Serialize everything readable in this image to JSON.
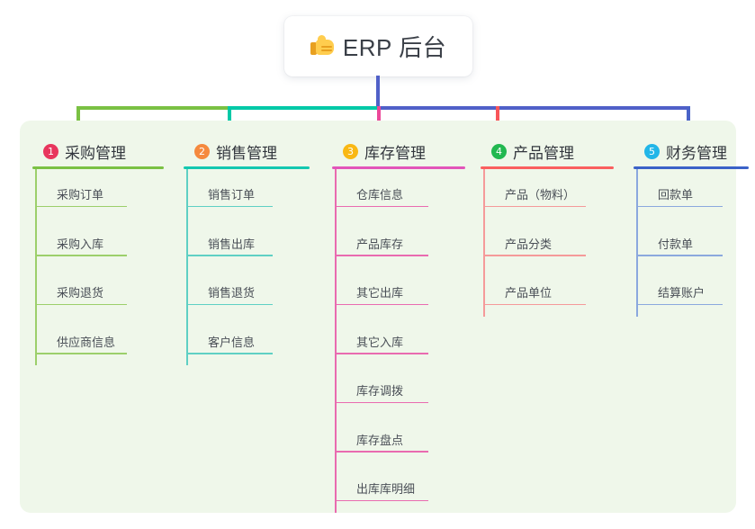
{
  "diagram": {
    "type": "mind-map",
    "root": {
      "icon": "thumbs-up-emoji",
      "label": "ERP 后台"
    },
    "panel_background": "#eff7ea",
    "branches": [
      {
        "index": "1",
        "title": "采购管理",
        "badge_color": "#e8365d",
        "rule_color": "#7ac143",
        "leaf_color": "#9ccf6b",
        "connector_color": "#7ac143",
        "leaves": [
          "采购订单",
          "采购入库",
          "采购退货",
          "供应商信息"
        ]
      },
      {
        "index": "2",
        "title": "销售管理",
        "badge_color": "#f5893e",
        "rule_color": "#13c8b0",
        "leaf_color": "#5fd0c4",
        "connector_color": "#00c9a7",
        "leaves": [
          "销售订单",
          "销售出库",
          "销售退货",
          "客户信息"
        ]
      },
      {
        "index": "3",
        "title": "库存管理",
        "badge_color": "#f9b814",
        "rule_color": "#e255ba",
        "leaf_color": "#e96bb0",
        "connector_color": "#ec4899",
        "leaves": [
          "仓库信息",
          "产品库存",
          "其它出库",
          "其它入库",
          "库存调拨",
          "库存盘点",
          "出库库明细"
        ]
      },
      {
        "index": "4",
        "title": "产品管理",
        "badge_color": "#22b850",
        "rule_color": "#fa5f5f",
        "leaf_color": "#f59a9a",
        "connector_color": "#f8555a",
        "leaves": [
          "产品（物料）",
          "产品分类",
          "产品单位"
        ]
      },
      {
        "index": "5",
        "title": "财务管理",
        "badge_color": "#22b6e8",
        "rule_color": "#3b62c8",
        "leaf_color": "#8ba8de",
        "connector_color": "#4a63c8",
        "leaves": [
          "回款单",
          "付款单",
          "结算账户"
        ]
      }
    ],
    "connectors": {
      "root_stem_color": "#5060c8",
      "bus_segments": [
        {
          "color": "#7ac143",
          "from": 85,
          "to": 253
        },
        {
          "color": "#00c9a7",
          "from": 253,
          "to": 419
        },
        {
          "color": "#5060c8",
          "from": 419,
          "to": 765
        }
      ]
    }
  }
}
